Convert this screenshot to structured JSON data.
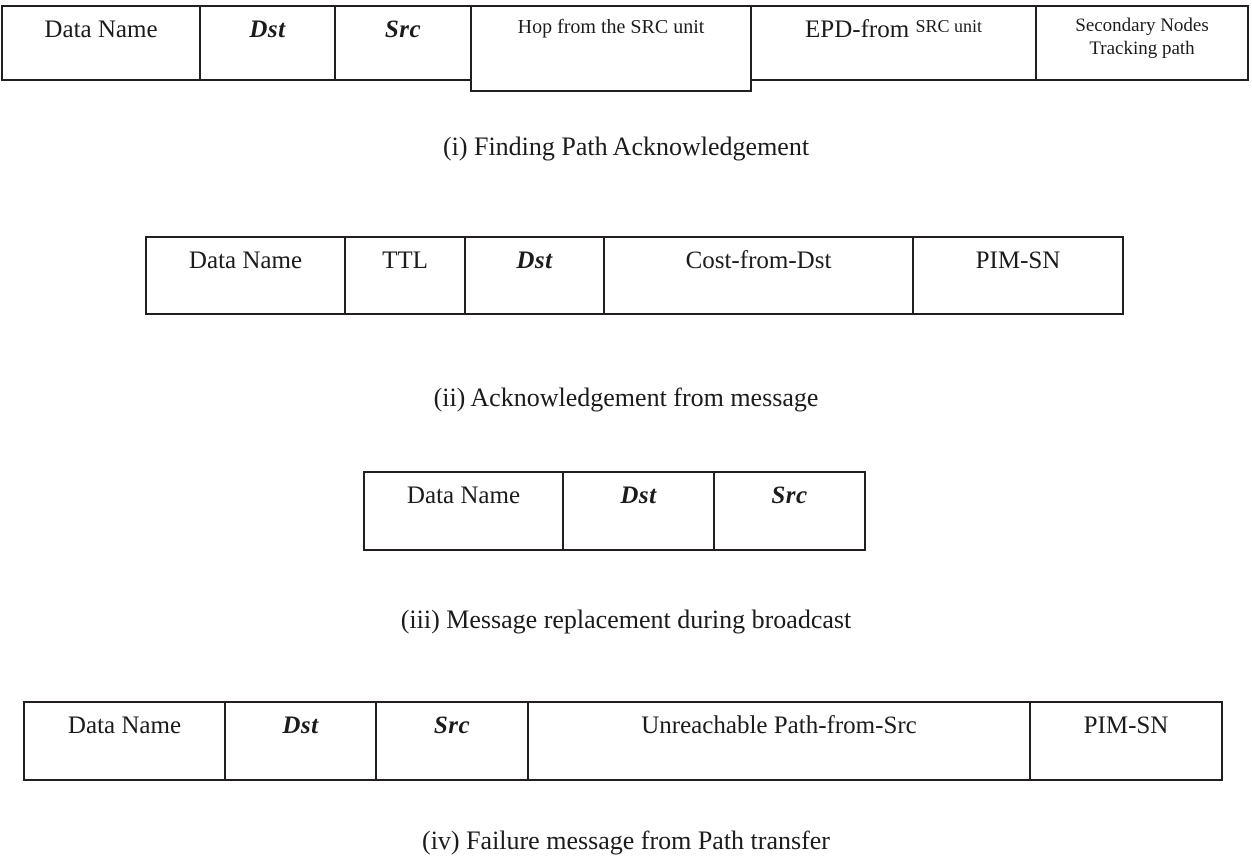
{
  "figure": {
    "kind": "packet-format-diagram",
    "background": "#ffffff",
    "ink": "#231f20"
  },
  "panels": [
    {
      "id": "i",
      "caption": "(i) Finding Path Acknowledgement",
      "fields": [
        {
          "label": "Data Name",
          "style": "normal"
        },
        {
          "label": "Dst",
          "style": "italic"
        },
        {
          "label": "Src",
          "style": "italic"
        },
        {
          "label": "Hop from the SRC unit",
          "style": "small"
        },
        {
          "label": "EPD-from",
          "sublabel": "SRC unit",
          "style": "normal-with-sub"
        },
        {
          "label": "Secondary Nodes",
          "label2": "Tracking path",
          "style": "two-line"
        }
      ]
    },
    {
      "id": "ii",
      "caption": "(ii) Acknowledgement from message",
      "fields": [
        {
          "label": "Data Name",
          "style": "normal"
        },
        {
          "label": "TTL",
          "style": "normal"
        },
        {
          "label": "Dst",
          "style": "italic"
        },
        {
          "label": "Cost-from-Dst",
          "style": "normal"
        },
        {
          "label": "PIM-SN",
          "style": "normal"
        }
      ]
    },
    {
      "id": "iii",
      "caption": "(iii) Message replacement during broadcast",
      "fields": [
        {
          "label": "Data Name",
          "style": "normal"
        },
        {
          "label": "Dst",
          "style": "italic"
        },
        {
          "label": "Src",
          "style": "italic"
        }
      ]
    },
    {
      "id": "iv",
      "caption": "(iv) Failure message from Path transfer",
      "fields": [
        {
          "label": "Data Name",
          "style": "normal"
        },
        {
          "label": "Dst",
          "style": "italic"
        },
        {
          "label": "Src",
          "style": "italic"
        },
        {
          "label": "Unreachable Path-from-Src",
          "style": "normal"
        },
        {
          "label": "PIM-SN",
          "style": "normal"
        }
      ]
    }
  ]
}
